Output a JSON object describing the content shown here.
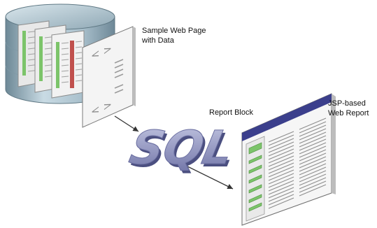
{
  "labels": {
    "sample_page_line1": "Sample Web Page",
    "sample_page_line2": "with Data",
    "report_block": "Report Block",
    "jsp_report_line1": "JSP-based",
    "jsp_report_line2": "Web Report",
    "sql_text": "SQL"
  },
  "page_glyphs": {
    "open_tag": "< >",
    "close_tag": "< >"
  },
  "colors": {
    "database_fill": "#9fb7c4",
    "page_fill": "#f2f2f2",
    "sql_fill": "#9a9ec3",
    "report_header": "#3b3f8c",
    "report_green": "#7cc46a",
    "sheet_red": "#c0504d",
    "arrow": "#333333"
  }
}
